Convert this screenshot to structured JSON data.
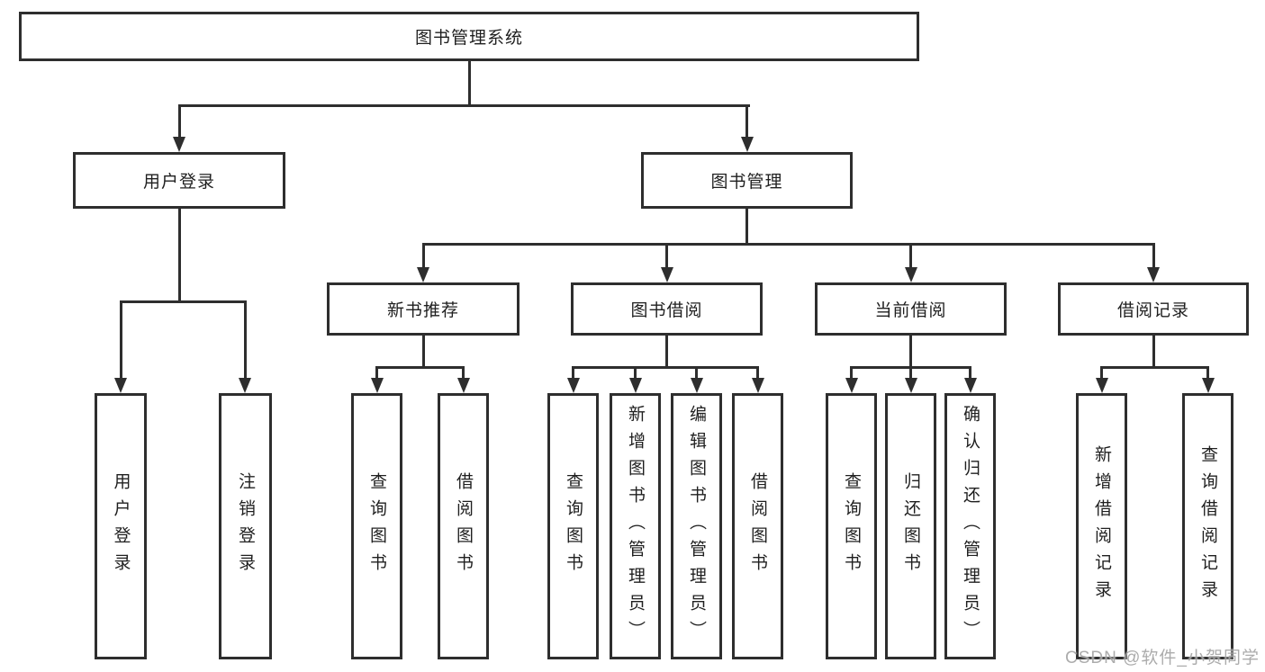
{
  "style": {
    "line_color": "#2e2e2e",
    "box_border_color": "#2e2e2e",
    "text_color": "#1f1f1f",
    "background_color": "#ffffff",
    "watermark_color": "#9e9e9e"
  },
  "watermark": {
    "text": "CSDN @软件_小贺同学"
  },
  "tree": {
    "root": {
      "label": "图书管理系统"
    },
    "children": [
      {
        "label": "用户登录",
        "children": [
          {
            "label": "用户登录"
          },
          {
            "label": "注销登录"
          }
        ]
      },
      {
        "label": "图书管理",
        "children": [
          {
            "label": "新书推荐",
            "children": [
              {
                "label": "查询图书"
              },
              {
                "label": "借阅图书"
              }
            ]
          },
          {
            "label": "图书借阅",
            "children": [
              {
                "label": "查询图书"
              },
              {
                "label": "新增图书（管理员）"
              },
              {
                "label": "编辑图书（管理员）"
              },
              {
                "label": "借阅图书"
              }
            ]
          },
          {
            "label": "当前借阅",
            "children": [
              {
                "label": "查询图书"
              },
              {
                "label": "归还图书"
              },
              {
                "label": "确认归还（管理员）"
              }
            ]
          },
          {
            "label": "借阅记录",
            "children": [
              {
                "label": "新增借阅记录"
              },
              {
                "label": "查询借阅记录"
              }
            ]
          }
        ]
      }
    ]
  }
}
